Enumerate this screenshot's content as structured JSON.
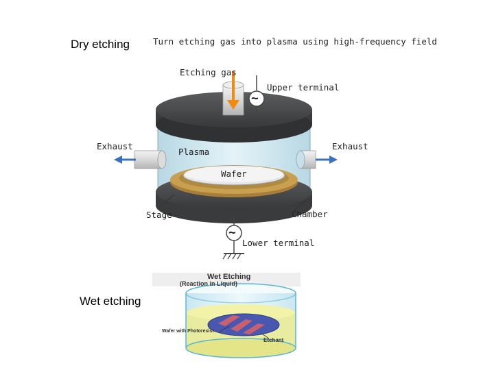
{
  "slide": {
    "dry_label": "Dry etching",
    "wet_label": "Wet etching"
  },
  "dry_diagram": {
    "caption": "Turn etching gas into plasma using high-frequency field",
    "etching_gas": "Etching gas",
    "upper_terminal": "Upper terminal",
    "exhaust_left": "Exhaust",
    "exhaust_right": "Exhaust",
    "plasma": "Plasma",
    "wafer": "Wafer",
    "stage": "Stage",
    "chamber": "Chamber",
    "lower_terminal": "Lower terminal",
    "ac_symbol": "~"
  },
  "wet_diagram": {
    "title": "Wet Etching",
    "subtitle": "(Reaction in Liquid)",
    "wafer_label": "Wafer with Photoresist",
    "etchant_label": "Etchant"
  },
  "colors": {
    "gas_arrow": "#f08a10",
    "exhaust_arrow": "#3a70c0",
    "chamber_glass": "#cfe6ee",
    "plate": "#404244",
    "stage_gold": "#c8a050",
    "liquid": "#ecec90",
    "photoresist": "#c86070",
    "wafer_blue": "#4858b0"
  }
}
